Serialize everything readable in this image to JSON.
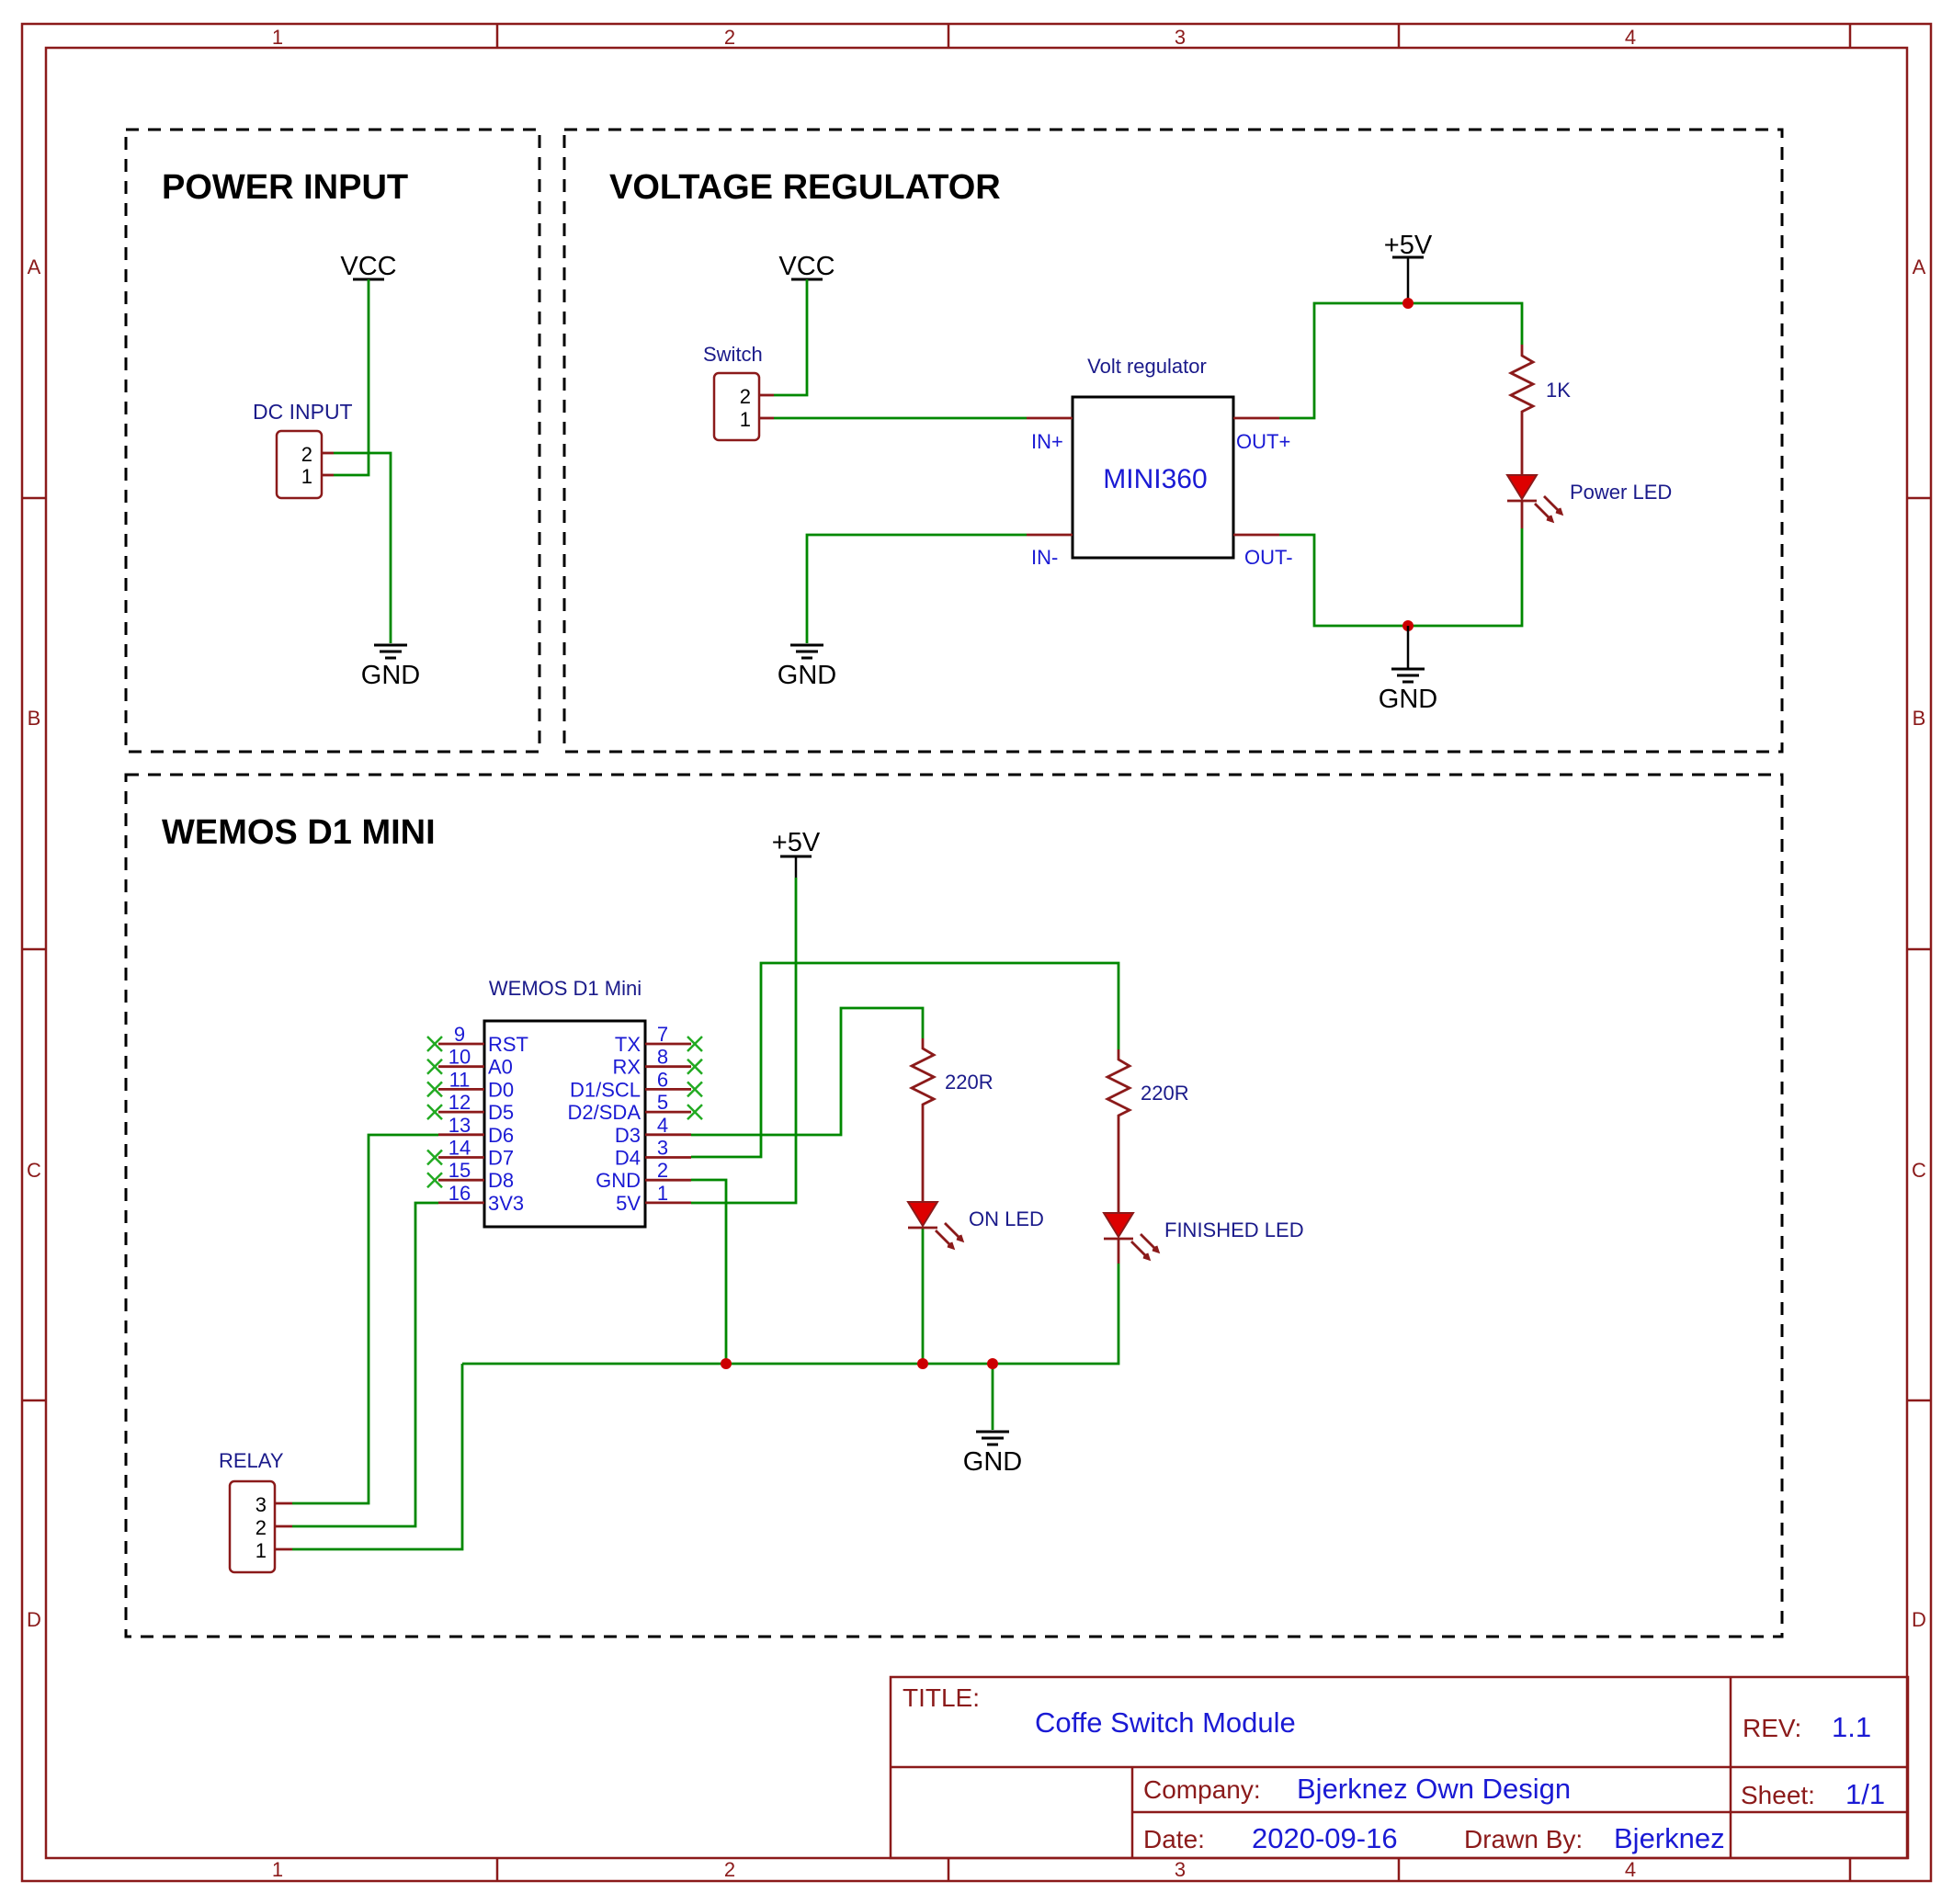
{
  "frame": {
    "cols": [
      "1",
      "2",
      "3",
      "4"
    ],
    "rows": [
      "A",
      "B",
      "C",
      "D"
    ]
  },
  "sections": {
    "power_input": "POWER INPUT",
    "voltage_regulator": "VOLTAGE REGULATOR",
    "wemos": "WEMOS D1 MINI"
  },
  "power_input": {
    "vcc": "VCC",
    "gnd": "GND",
    "dc_input_label": "DC INPUT",
    "pins": [
      "2",
      "1"
    ]
  },
  "voltage_regulator": {
    "vcc": "VCC",
    "gnd_left": "GND",
    "gnd_right": "GND",
    "plus5v": "+5V",
    "switch_label": "Switch",
    "switch_pins": [
      "2",
      "1"
    ],
    "module_title": "Volt regulator",
    "module_name": "MINI360",
    "in_plus": "IN+",
    "in_minus": "IN-",
    "out_plus": "OUT+",
    "out_minus": "OUT-",
    "resistor": "1K",
    "led": "Power LED"
  },
  "wemos": {
    "title": "WEMOS D1 Mini",
    "plus5v": "+5V",
    "gnd": "GND",
    "left_pins": [
      {
        "num": "9",
        "name": "RST"
      },
      {
        "num": "10",
        "name": "A0"
      },
      {
        "num": "11",
        "name": "D0"
      },
      {
        "num": "12",
        "name": "D5"
      },
      {
        "num": "13",
        "name": "D6"
      },
      {
        "num": "14",
        "name": "D7"
      },
      {
        "num": "15",
        "name": "D8"
      },
      {
        "num": "16",
        "name": "3V3"
      }
    ],
    "right_pins": [
      {
        "num": "7",
        "name": "TX"
      },
      {
        "num": "8",
        "name": "RX"
      },
      {
        "num": "6",
        "name": "D1/SCL"
      },
      {
        "num": "5",
        "name": "D2/SDA"
      },
      {
        "num": "4",
        "name": "D3"
      },
      {
        "num": "3",
        "name": "D4"
      },
      {
        "num": "2",
        "name": "GND"
      },
      {
        "num": "1",
        "name": "5V"
      }
    ],
    "r1": "220R",
    "r2": "220R",
    "led1": "ON LED",
    "led2": "FINISHED LED",
    "relay_label": "RELAY",
    "relay_pins": [
      "3",
      "2",
      "1"
    ]
  },
  "title_block": {
    "title_label": "TITLE:",
    "title": "Coffe Switch Module",
    "rev_label": "REV:",
    "rev": "1.1",
    "company_label": "Company:",
    "company": "Bjerknez Own Design",
    "sheet_label": "Sheet:",
    "sheet": "1/1",
    "date_label": "Date:",
    "date": "2020-09-16",
    "drawn_label": "Drawn By:",
    "drawn_by": "Bjerknez"
  }
}
